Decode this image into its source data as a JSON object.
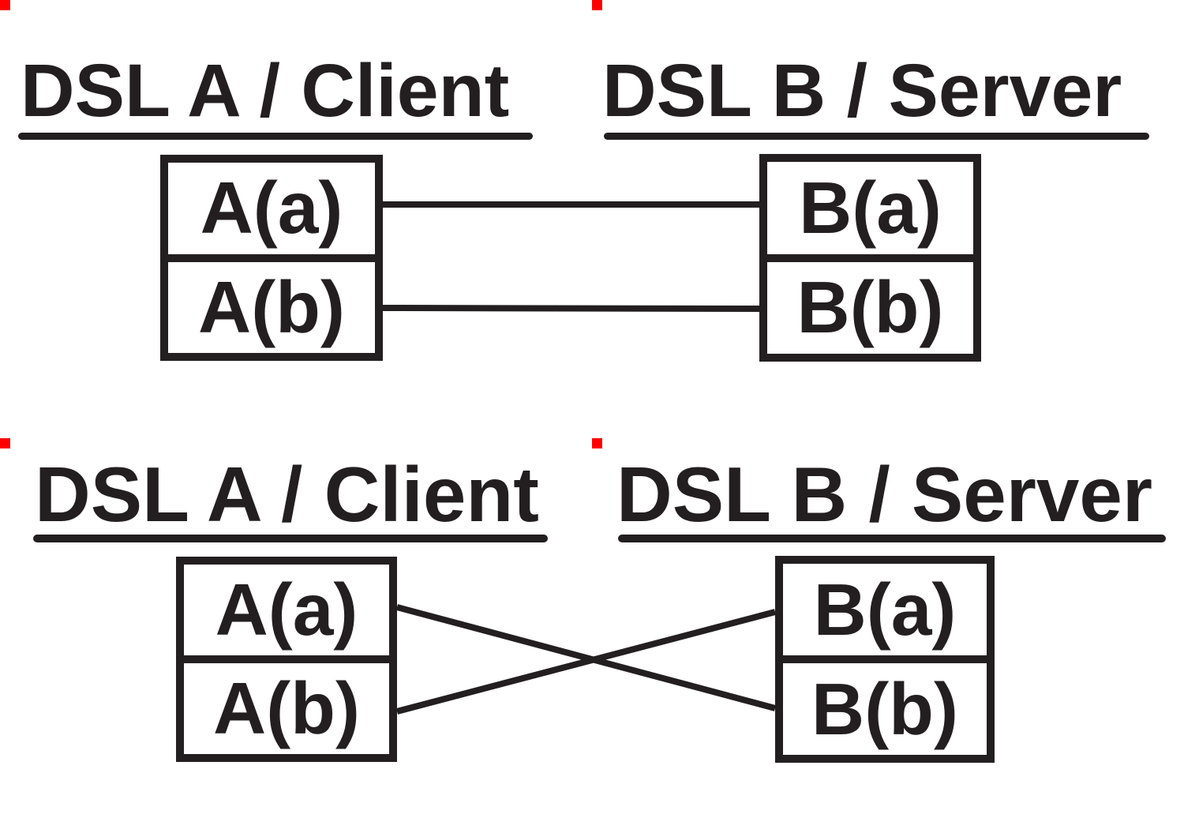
{
  "colors": {
    "ink": "#231f20",
    "background": "#ffffff",
    "marker_red": "#fe0000"
  },
  "diagrams": [
    {
      "id": "straight-connection",
      "left": {
        "title": "DSL A / Client",
        "ports": [
          "A(a)",
          "A(b)"
        ]
      },
      "right": {
        "title": "DSL B / Server",
        "ports": [
          "B(a)",
          "B(b)"
        ]
      },
      "connections": [
        {
          "from": "A(a)",
          "to": "B(a)",
          "style": "straight"
        },
        {
          "from": "A(b)",
          "to": "B(b)",
          "style": "straight"
        }
      ]
    },
    {
      "id": "crossed-connection",
      "left": {
        "title": "DSL A / Client",
        "ports": [
          "A(a)",
          "A(b)"
        ]
      },
      "right": {
        "title": "DSL B / Server",
        "ports": [
          "B(a)",
          "B(b)"
        ]
      },
      "connections": [
        {
          "from": "A(a)",
          "to": "B(b)",
          "style": "crossed"
        },
        {
          "from": "A(b)",
          "to": "B(a)",
          "style": "crossed"
        }
      ]
    }
  ]
}
